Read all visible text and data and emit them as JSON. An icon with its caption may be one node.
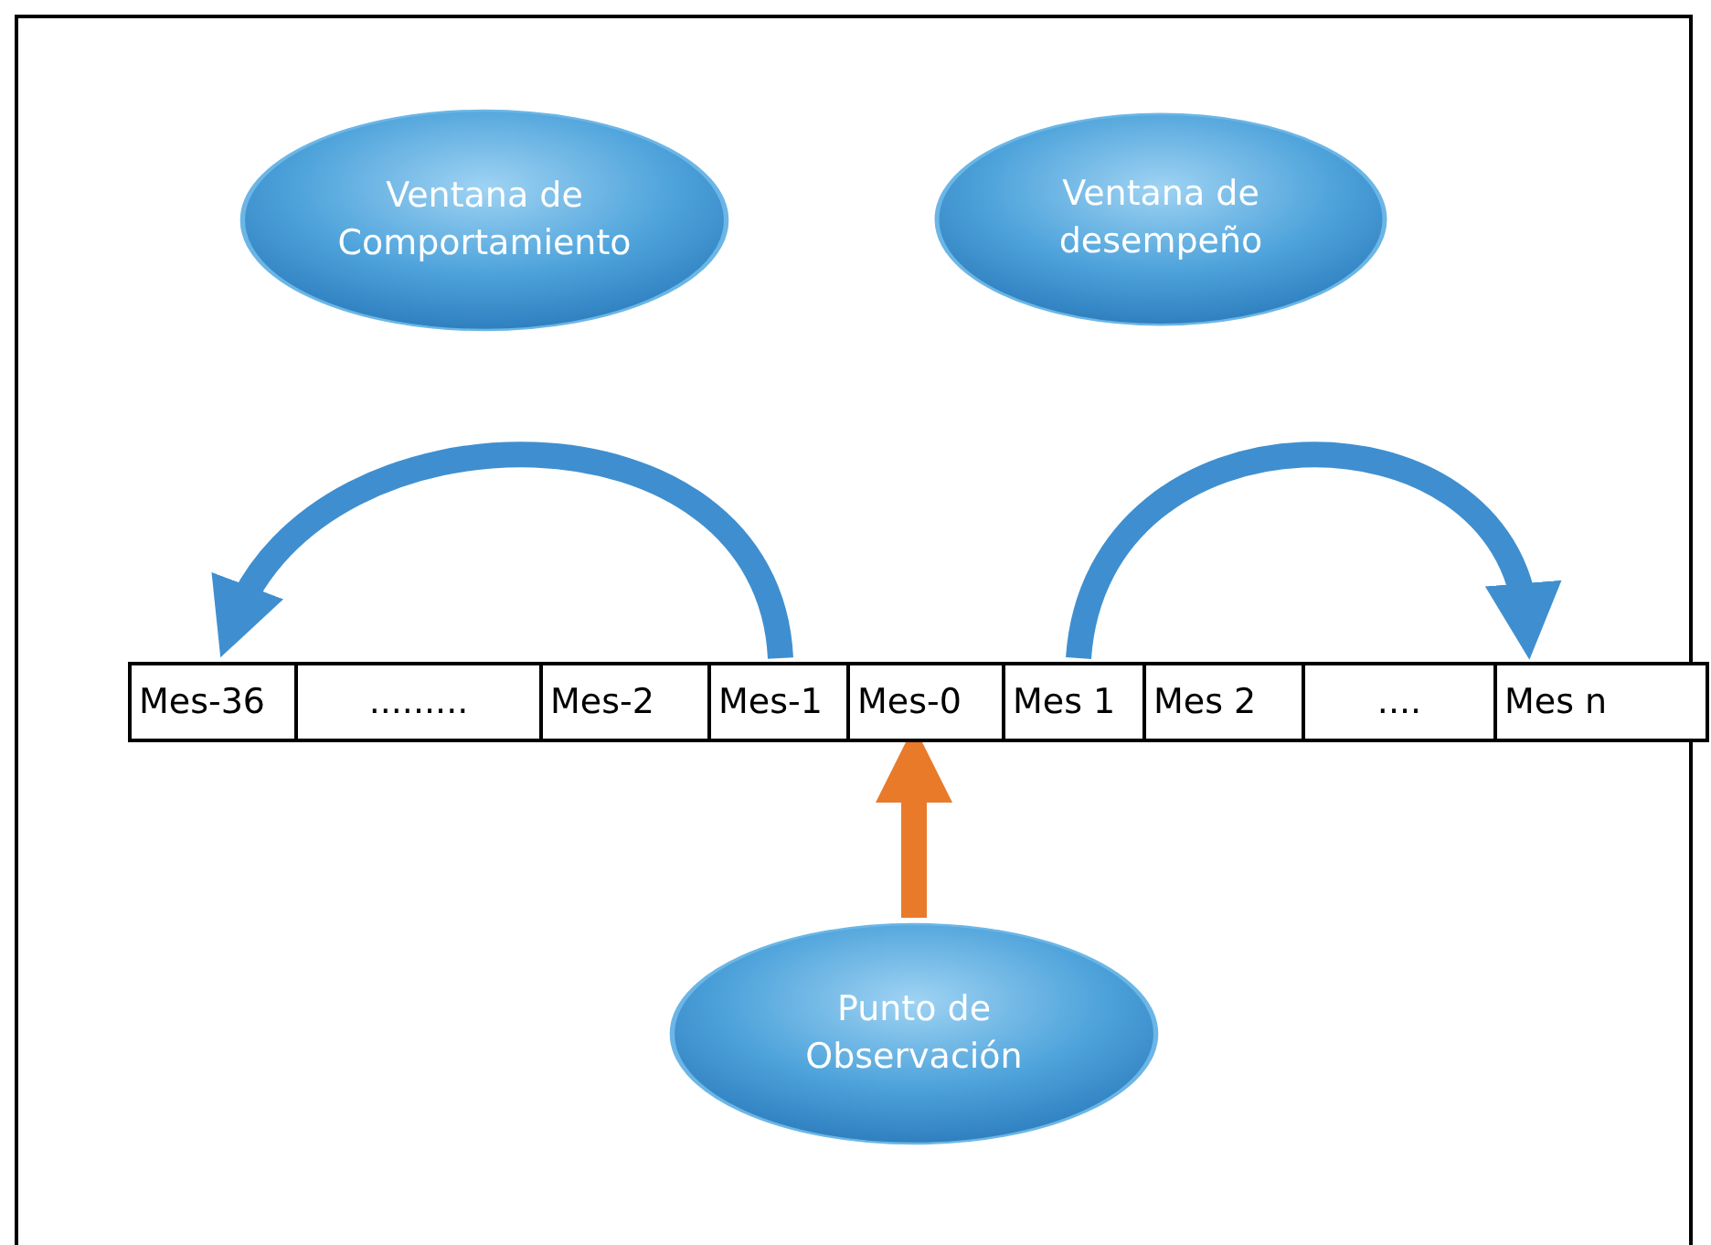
{
  "diagram": {
    "nodes": [
      {
        "text": [
          "Ventana de Comportamiento"
        ]
      },
      {
        "text": [
          "Ventana de desempeño"
        ]
      },
      {
        "text": [
          "Mes-36"
        ]
      },
      {
        "text": [
          "........."
        ]
      },
      {
        "text": [
          "Mes-2"
        ]
      },
      {
        "text": [
          "Mes-1"
        ]
      },
      {
        "text": [
          "Mes-0"
        ]
      },
      {
        "text": [
          "Mes 1"
        ]
      },
      {
        "text": [
          "Mes 2"
        ]
      },
      {
        "text": [
          "...."
        ]
      },
      {
        "text": [
          "Mes n"
        ]
      },
      {
        "text": [
          "Punto de Observación"
        ]
      }
    ],
    "edges": [
      {
        "from": 5,
        "to": 2,
        "arrow": "to"
      },
      {
        "from": 7,
        "to": 10,
        "arrow": "to"
      },
      {
        "from": 11,
        "to": 6,
        "arrow": "to",
        "color": "#e87a2a"
      }
    ]
  }
}
